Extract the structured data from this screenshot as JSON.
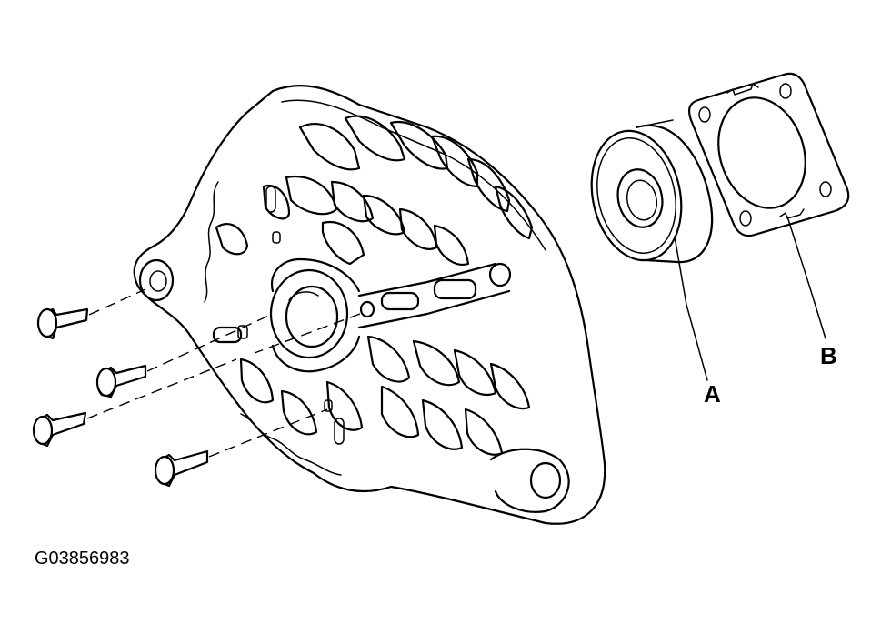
{
  "diagram": {
    "figure_code": "G03856983",
    "callouts": [
      {
        "id": "A",
        "text": "A"
      },
      {
        "id": "B",
        "text": "B"
      }
    ]
  }
}
